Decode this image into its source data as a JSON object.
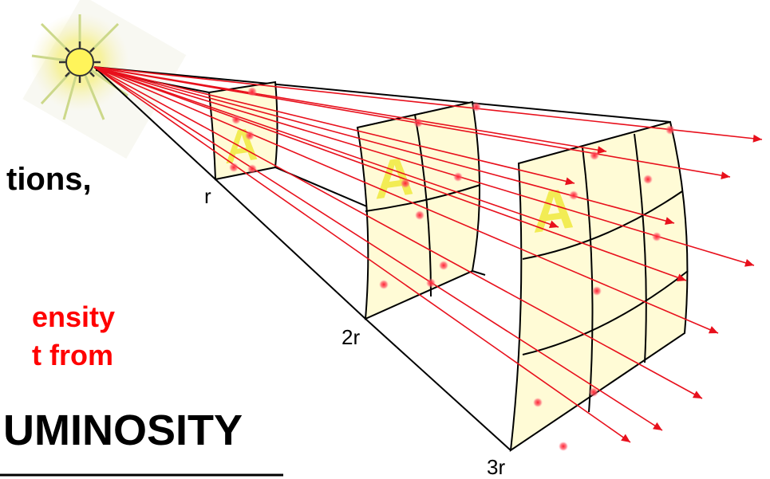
{
  "slide": {
    "text_fragment_1": "tions,",
    "text_fragment_2": "ensity",
    "text_fragment_3": "t from",
    "heading_fragment": "UMINOSITY"
  },
  "diagram": {
    "distance_labels": [
      "r",
      "2r",
      "3r"
    ],
    "area_label": "A",
    "colors": {
      "ray": "#e8101c",
      "panel_fill": "#fffbd6",
      "area_letter": "#f2ec54",
      "highlight_text": "#ff0000",
      "text": "#000000"
    },
    "icons": [
      "light-source-icon"
    ]
  }
}
